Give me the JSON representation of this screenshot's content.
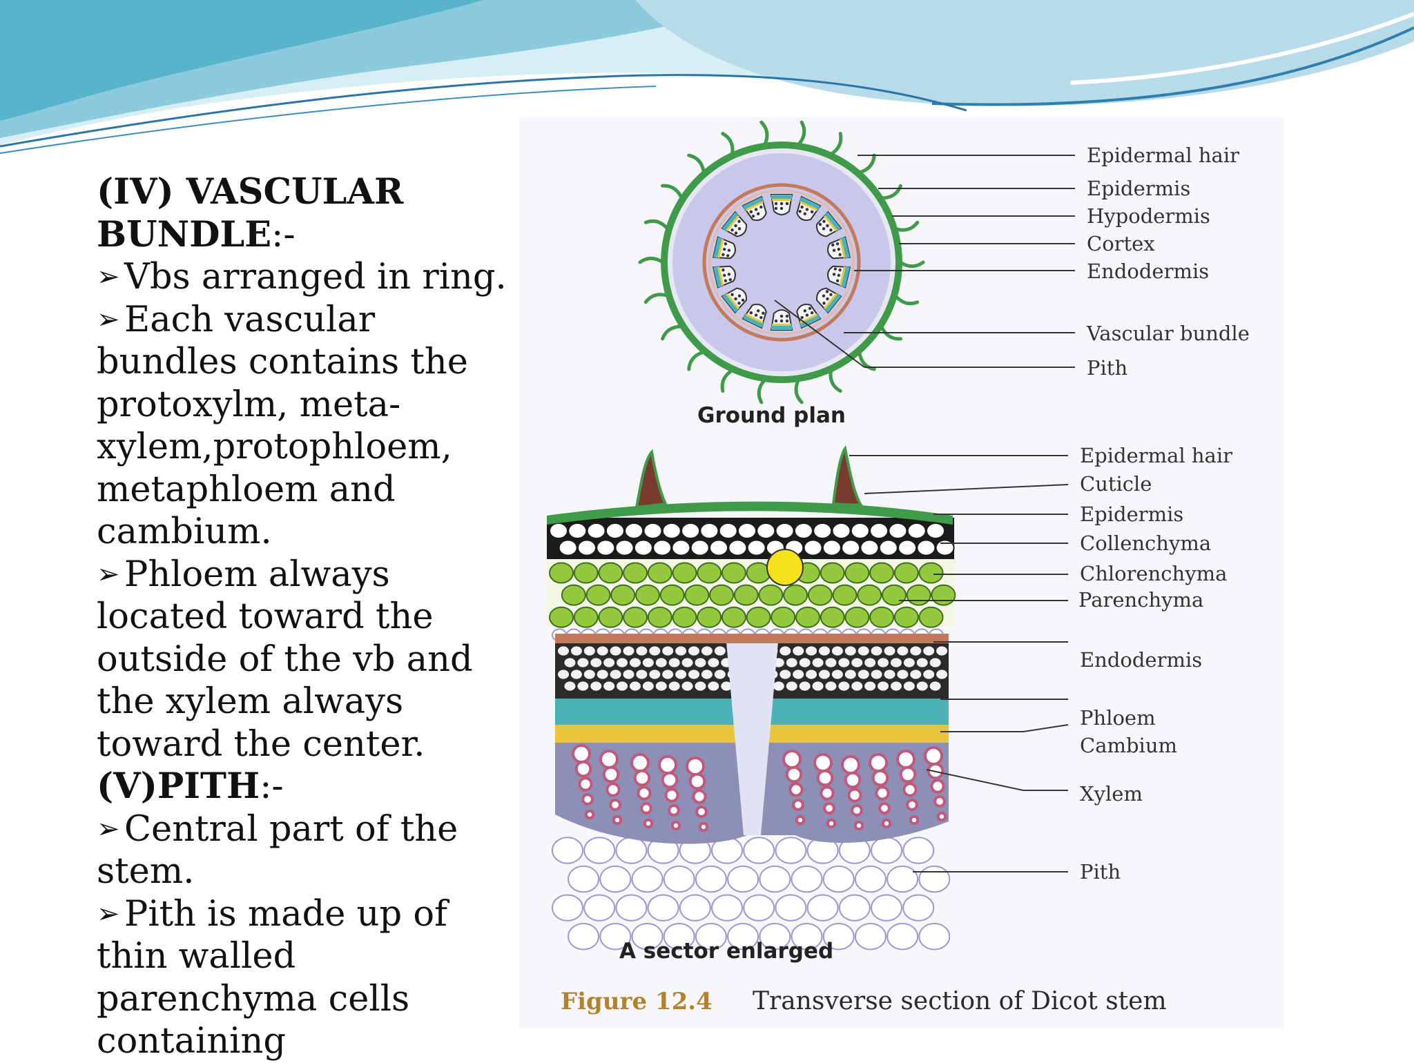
{
  "text": {
    "heading_vb": "(IV) VASCULAR BUNDLE",
    "heading_vb_suffix": ":-",
    "bullet1": "Vbs arranged in ring.",
    "bullet2_line1": "Each vascular",
    "bullet2_line2": "bundles contains the",
    "bullet2_line3": "protoxylm, meta-",
    "bullet2_line4": "xylem,protophloem,",
    "bullet2_line5": "metaphloem and",
    "bullet2_line6": "cambium.",
    "bullet3_line1": "Phloem always",
    "bullet3_line2": "located toward the",
    "bullet3_line3": "outside of the vb and",
    "bullet3_line4": "the xylem always",
    "bullet3_line5": "toward the center.",
    "heading_pith": "(V)PITH",
    "heading_pith_suffix": ":-",
    "bullet4_line1": "Central part of the",
    "bullet4_line2": "stem.",
    "bullet5_line1": "Pith is made up of",
    "bullet5_line2": "thin walled",
    "bullet5_line3": "parenchyma cells",
    "bullet5_line4": "containing",
    "bullet_glyph": "➢"
  },
  "figure": {
    "ground_plan_labels": [
      "Epidermal hair",
      "Epidermis",
      "Hypodermis",
      "Cortex",
      "Endodermis",
      "Vascular bundle",
      "Pith"
    ],
    "ground_plan_caption": "Ground plan",
    "sector_labels": [
      "Epidermal hair",
      "Cuticle",
      "Epidermis",
      "Collenchyma",
      "Chlorenchyma",
      "Parenchyma",
      "Endodermis",
      "Phloem",
      "Cambium",
      "Xylem",
      "Pith"
    ],
    "sector_caption": "A sector enlarged",
    "figure_number": "Figure 12.4",
    "figure_title": "Transverse section of Dicot stem"
  },
  "colors": {
    "banner_light": "#bfe6ee",
    "banner_mid": "#7cc3d6",
    "banner_dark": "#3d9bbd",
    "epidermis_green": "#3f9a4a",
    "cortex_lavender": "#c9c8ea",
    "collenchyma_green": "#95c93d",
    "phloem_teal": "#4bb2b8",
    "cambium_yellow": "#e8c53a",
    "xylem_pink": "#c2587a",
    "figure_caption_gold": "#b4822d"
  }
}
